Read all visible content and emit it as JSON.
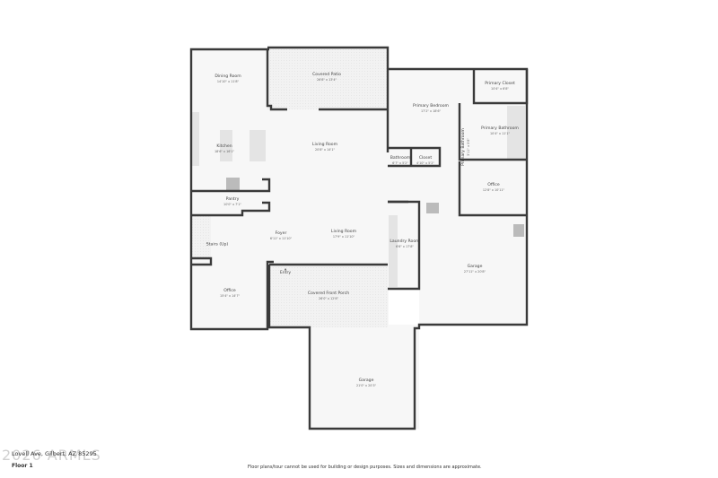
{
  "rooms": {
    "dining": {
      "name": "Dining Room",
      "dim": "14'10\" x 11'8\""
    },
    "patio": {
      "name": "Covered Patio",
      "dim": "26'8\" x 13'4\""
    },
    "kitchen": {
      "name": "Kitchen",
      "dim": "18'6\" x 16'1\""
    },
    "living1": {
      "name": "Living Room",
      "dim": "20'8\" x 14'1\""
    },
    "pantry": {
      "name": "Pantry",
      "dim": "10'0\" x 7'1\""
    },
    "pbed": {
      "name": "Primary Bedroom",
      "dim": "17'2\" x 18'6\""
    },
    "pcloset": {
      "name": "Primary Closet",
      "dim": "10'4\" x 6'8\""
    },
    "pbath": {
      "name": "Primary Bathroom",
      "dim": "10'4\" x 11'1\""
    },
    "pbath2": {
      "name": "Primary Bathroom",
      "dim": "3'11\" x 5'8\""
    },
    "bath": {
      "name": "Bathroom",
      "dim": "6'7\" x 5'2\""
    },
    "closet": {
      "name": "Closet",
      "dim": "4'10\" x 5'2\""
    },
    "office1": {
      "name": "Office",
      "dim": "12'8\" x 10'11\""
    },
    "foyer": {
      "name": "Foyer",
      "dim": "6'11\" x 11'10\""
    },
    "living2": {
      "name": "Living Room",
      "dim": "17'9\" x 11'10\""
    },
    "laundry": {
      "name": "Laundry Room",
      "dim": "6'6\" x 17'8\""
    },
    "garage1": {
      "name": "Garage",
      "dim": "27'11\" x 20'8\""
    },
    "stairs": {
      "name": "Stairs (Up)"
    },
    "entry": {
      "name": "Entry"
    },
    "office2": {
      "name": "Office",
      "dim": "15'4\" x 14'7\""
    },
    "porch": {
      "name": "Covered Front Porch",
      "dim": "26'0\" x 12'6\""
    },
    "garage2": {
      "name": "Garage",
      "dim": "21'0\" x 20'3\""
    }
  },
  "footer": {
    "address": "Lovell Ave, Gilbert, AZ 85295",
    "watermark": "2026 ARMLS",
    "floor": "Floor 1",
    "disclaimer": "Floor plans/tour cannot be used for building or design purposes. Sizes and dimensions are approximate."
  },
  "colors": {
    "wall": "#3a3a3a",
    "floor": "#f7f7f7",
    "porch": "#efefef"
  }
}
